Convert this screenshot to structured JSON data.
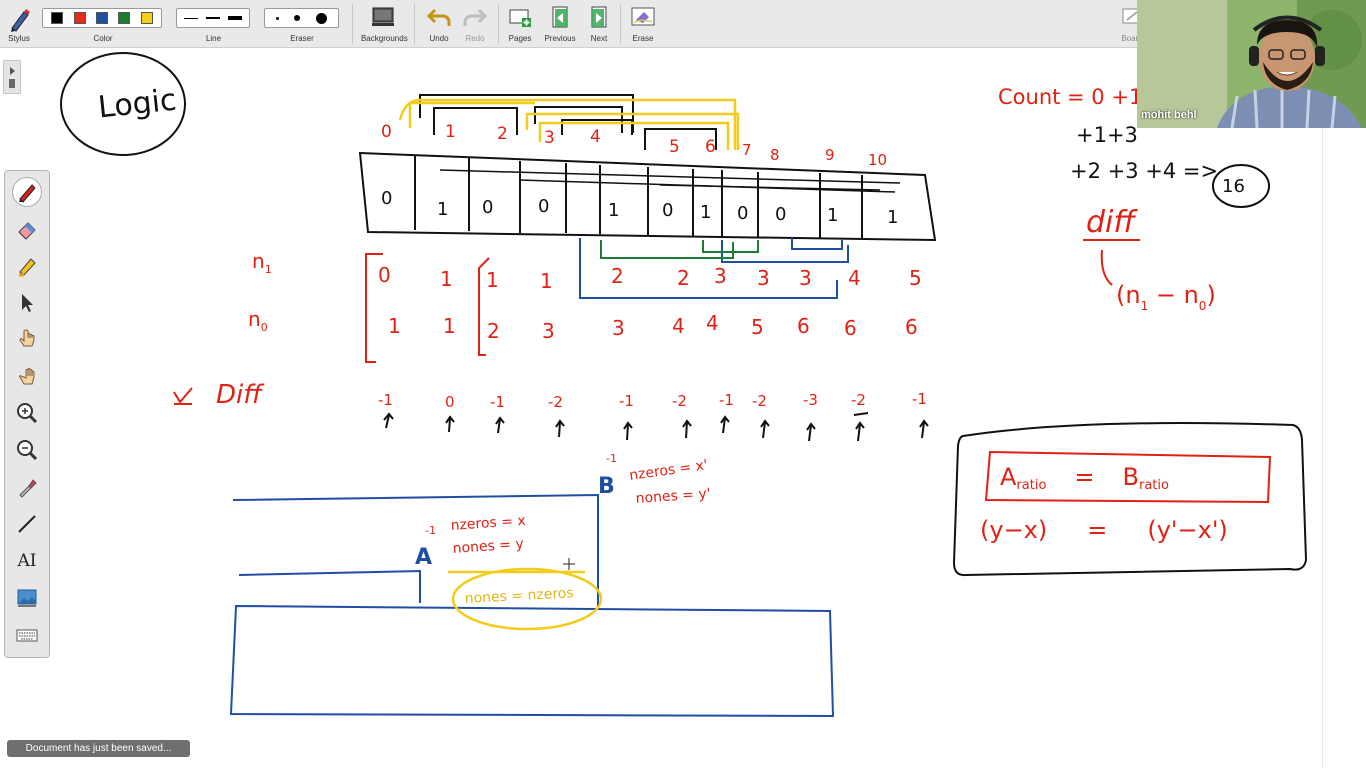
{
  "toolbar": {
    "stylus_label": "Stylus",
    "color_label": "Color",
    "line_label": "Line",
    "eraser_label": "Eraser",
    "backgrounds_label": "Backgrounds",
    "undo_label": "Undo",
    "redo_label": "Redo",
    "pages_label": "Pages",
    "previous_label": "Previous",
    "next_label": "Next",
    "erase_label": "Erase",
    "board_label": "Board",
    "colors": [
      "#000000",
      "#e8291c",
      "#1f4fa3",
      "#1e7d32",
      "#f2d01d"
    ]
  },
  "palette": {
    "tools": [
      "pen-icon",
      "eraser-icon",
      "highlighter-icon",
      "select-arrow-icon",
      "pointer-hand-icon",
      "pan-hand-icon",
      "zoom-in-icon",
      "zoom-out-icon",
      "eyedropper-icon",
      "line-tool-icon",
      "text-tool-icon",
      "image-insert-icon",
      "keyboard-icon"
    ],
    "text_tool_label": "AI"
  },
  "board": {
    "logic": "Logic",
    "count_line1": "Count = 0 +1",
    "count_line2": "+1+3",
    "count_line3": "+2 +3 +4 =>",
    "count_result": "16",
    "diff_right": "diff",
    "diff_formula": "(n",
    "diff_formula_sub1": "1",
    "diff_formula_mid": " − n",
    "diff_formula_sub0": "0",
    "diff_formula_end": ")",
    "index_labels": [
      "0",
      "1",
      "2",
      "3",
      "4",
      "5",
      "6",
      "7",
      "8",
      "9",
      "10"
    ],
    "array_values": [
      "0",
      "1",
      "0",
      "0",
      "1",
      "0",
      "1",
      "0",
      "0",
      "1",
      "1"
    ],
    "n1_label": "n",
    "n1_sub": "1",
    "n0_label": "n",
    "n0_sub": "0",
    "n1_values": [
      "0",
      "1",
      "1",
      "1",
      "2",
      "2",
      "3",
      "3",
      "3",
      "4",
      "5"
    ],
    "n0_values": [
      "1",
      "1",
      "2",
      "3",
      "3",
      "4",
      "4",
      "5",
      "6",
      "6",
      "6"
    ],
    "diff_left": "Diff",
    "diff_values": [
      "-1",
      "0",
      "-1",
      "-2",
      "-1",
      "-2",
      "-1",
      "-2",
      "-3",
      "-2",
      "-1"
    ],
    "point_a": "A",
    "point_b": "B",
    "a_minus": "-1",
    "b_minus": "-1",
    "a_zeros": "nzeros = x",
    "a_ones": "nones = y",
    "b_zeros": "nzeros = x'",
    "b_ones": "nones = y'",
    "yellow_eq": "nones = nzeros",
    "ratio_left": "A",
    "ratio_left_sub": "ratio",
    "ratio_eq": "=",
    "ratio_right": "B",
    "ratio_right_sub": "ratio",
    "yx_left": "(y−x)",
    "yx_eq": "=",
    "yx_right": "(y'−x')"
  },
  "webcam": {
    "name": "mohit behl"
  },
  "status": {
    "toast": "Document has just been saved..."
  }
}
